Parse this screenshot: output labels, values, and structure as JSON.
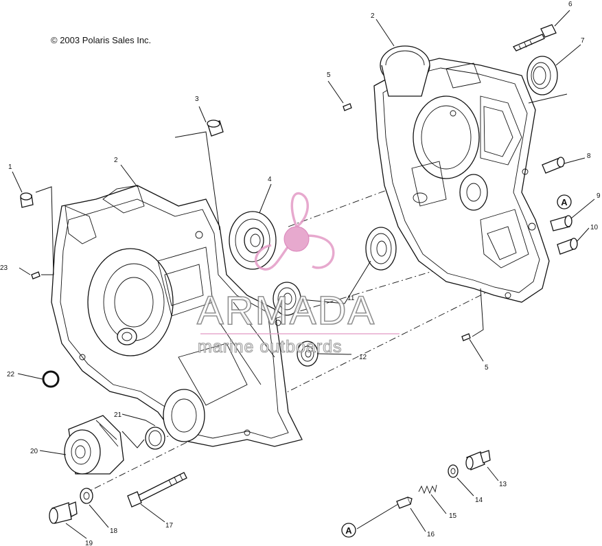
{
  "copyright": "© 2003 Polaris Sales Inc.",
  "watermark": {
    "name": "ARMADA",
    "tagline": "marine outboards",
    "colors": {
      "pink": "#e39bc6",
      "pink_dark": "#d46fae",
      "gray": "#7d7d7d"
    }
  },
  "reference_mark": "A",
  "callouts": [
    "1",
    "2",
    "2",
    "3",
    "4",
    "5",
    "5",
    "6",
    "7",
    "8",
    "9",
    "10",
    "11",
    "12",
    "13",
    "14",
    "15",
    "16",
    "17",
    "18",
    "19",
    "20",
    "21",
    "22",
    "23"
  ]
}
